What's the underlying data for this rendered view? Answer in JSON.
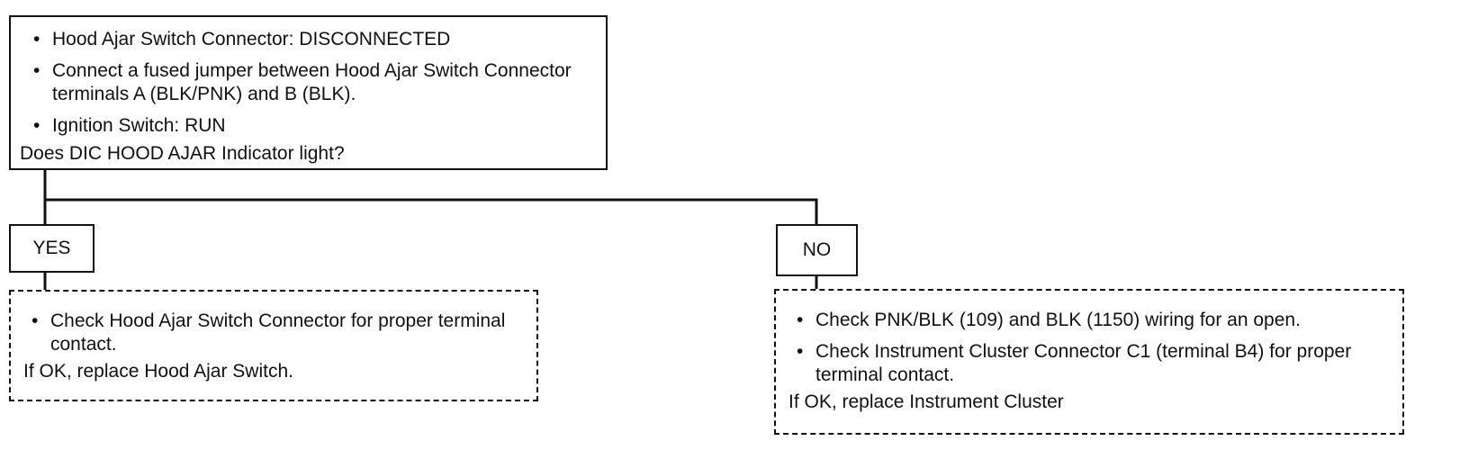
{
  "start": {
    "steps": [
      "Hood Ajar Switch Connector:  DISCONNECTED",
      "Connect a fused jumper between Hood Ajar Switch Connector terminals A (BLK/PNK) and B (BLK).",
      "Ignition Switch:  RUN"
    ],
    "question": "Does DIC HOOD AJAR Indicator light?"
  },
  "branches": {
    "yes_label": "YES",
    "no_label": "NO"
  },
  "yes_action": {
    "steps": [
      "Check Hood Ajar Switch Connector for proper terminal contact."
    ],
    "result": "If OK, replace Hood Ajar Switch."
  },
  "no_action": {
    "steps": [
      "Check PNK/BLK (109) and BLK (1150) wiring for an open.",
      "Check Instrument Cluster Connector C1 (terminal B4) for proper terminal contact."
    ],
    "result": "If OK, replace Instrument Cluster"
  }
}
